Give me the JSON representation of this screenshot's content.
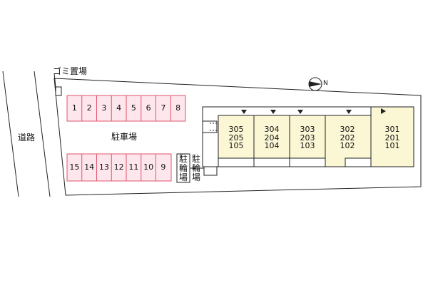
{
  "labels": {
    "road": "道路",
    "garbage": "ゴミ置場",
    "parking": "駐車場",
    "bicycle_a": "駐輪場",
    "bicycle_b": "駐輪場",
    "north": "N"
  },
  "parking_top": [
    "1",
    "2",
    "3",
    "4",
    "5",
    "6",
    "7",
    "8"
  ],
  "parking_bottom": [
    "15",
    "14",
    "13",
    "12",
    "11",
    "10",
    "9"
  ],
  "units": [
    {
      "lines": [
        "305",
        "205",
        "105"
      ]
    },
    {
      "lines": [
        "304",
        "204",
        "104"
      ]
    },
    {
      "lines": [
        "303",
        "203",
        "103"
      ]
    },
    {
      "lines": [
        "302",
        "202",
        "102"
      ]
    },
    {
      "lines": [
        "301",
        "201",
        "101"
      ]
    }
  ],
  "colors": {
    "parking_fill": "#fde6ec",
    "parking_stroke": "#e0546e",
    "building_fill": "#fbf7d5",
    "line": "#222222"
  }
}
